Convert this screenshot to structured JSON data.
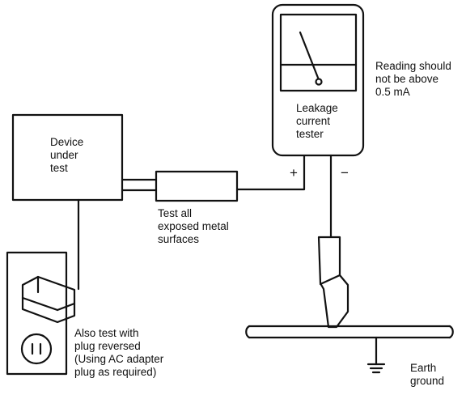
{
  "device": {
    "lines": [
      "Device",
      "under",
      "test"
    ]
  },
  "tester": {
    "lines": [
      "Leakage",
      "current",
      "tester"
    ]
  },
  "reading_note": {
    "lines": [
      "Reading should",
      "not be above",
      "0.5 mA"
    ]
  },
  "probe_note": {
    "lines": [
      "Test all",
      "exposed metal",
      "surfaces"
    ]
  },
  "plug_note": {
    "lines": [
      "Also test with",
      "plug reversed",
      "(Using AC adapter",
      "plug as required)"
    ]
  },
  "ground_note": {
    "lines": [
      "Earth",
      "ground"
    ]
  },
  "polarity": {
    "plus": "+",
    "minus": "−"
  }
}
